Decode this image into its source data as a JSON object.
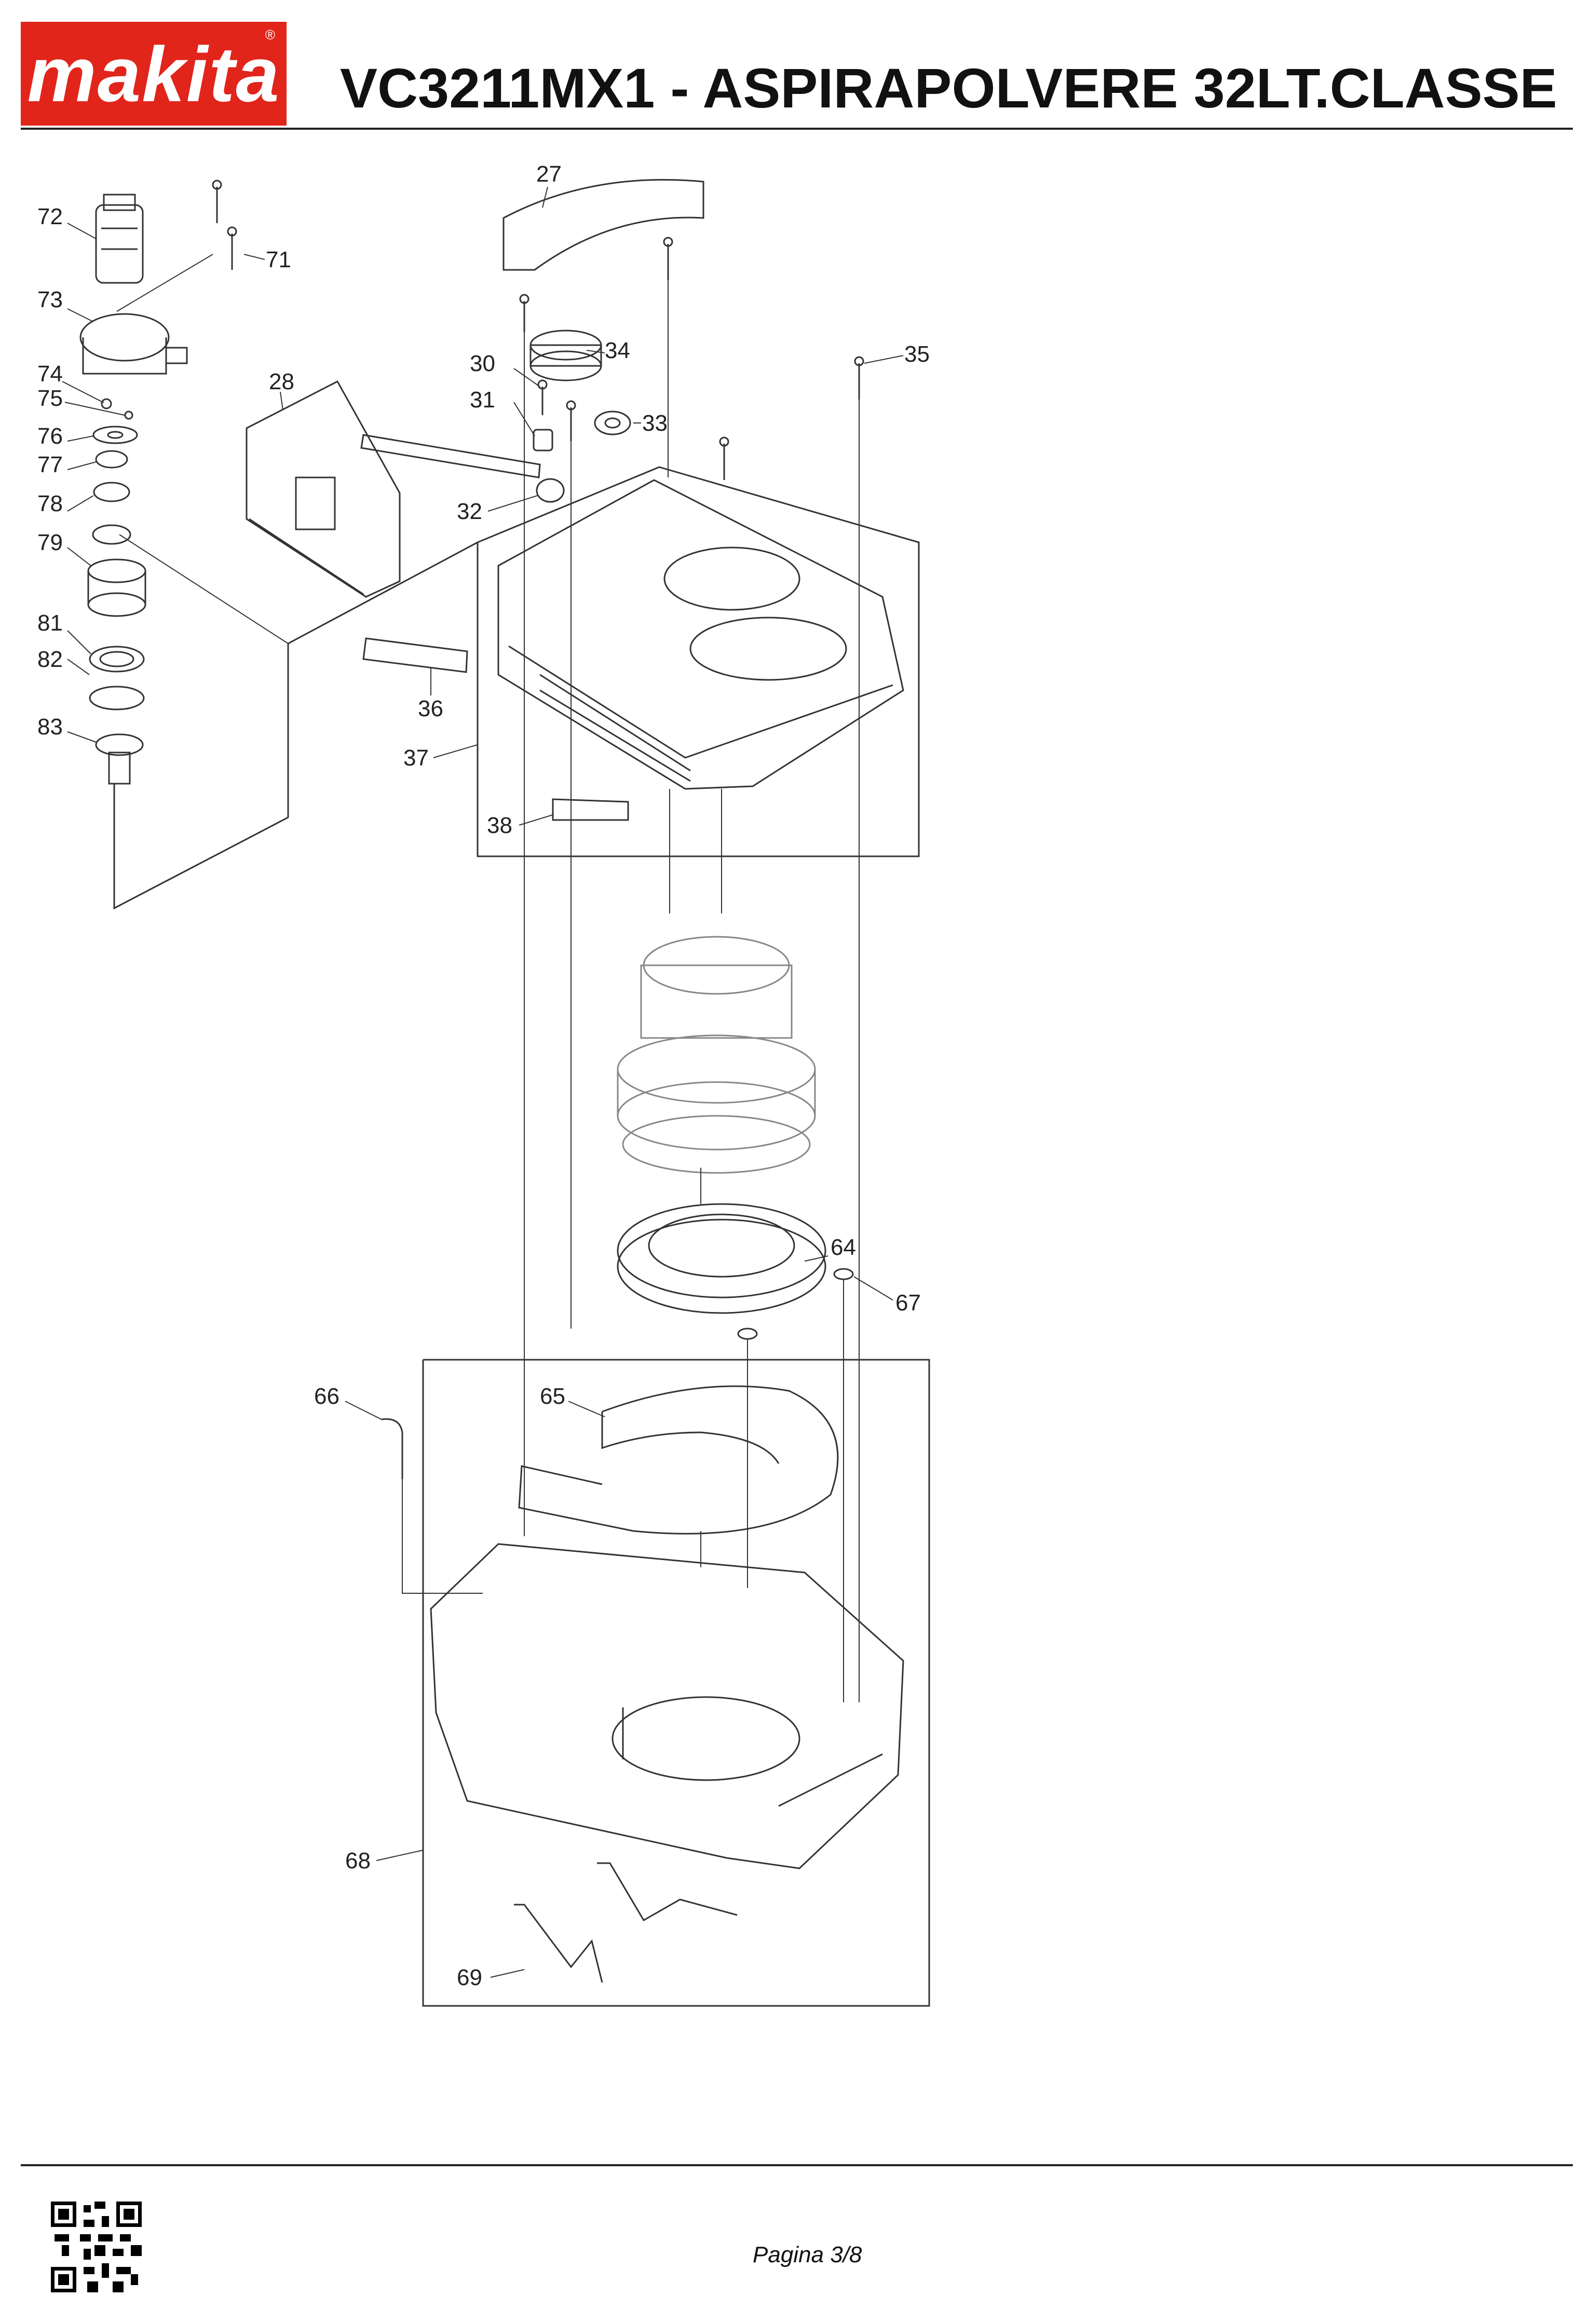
{
  "header": {
    "brand": "makita",
    "title": "VC3211MX1 - ASPIRAPOLVERE 32LT.CLASSE M"
  },
  "footer": {
    "page": "Pagina 3/8"
  },
  "parts": [
    {
      "id": "72",
      "label": "72"
    },
    {
      "id": "71",
      "label": "71"
    },
    {
      "id": "73",
      "label": "73"
    },
    {
      "id": "74",
      "label": "74"
    },
    {
      "id": "75",
      "label": "75"
    },
    {
      "id": "76",
      "label": "76"
    },
    {
      "id": "77",
      "label": "77"
    },
    {
      "id": "78",
      "label": "78"
    },
    {
      "id": "79",
      "label": "79"
    },
    {
      "id": "81",
      "label": "81"
    },
    {
      "id": "82",
      "label": "82"
    },
    {
      "id": "83",
      "label": "83"
    },
    {
      "id": "28",
      "label": "28"
    },
    {
      "id": "27",
      "label": "27"
    },
    {
      "id": "34",
      "label": "34"
    },
    {
      "id": "35",
      "label": "35"
    },
    {
      "id": "30",
      "label": "30"
    },
    {
      "id": "31",
      "label": "31"
    },
    {
      "id": "33",
      "label": "33"
    },
    {
      "id": "32",
      "label": "32"
    },
    {
      "id": "36",
      "label": "36"
    },
    {
      "id": "37",
      "label": "37"
    },
    {
      "id": "38",
      "label": "38"
    },
    {
      "id": "64",
      "label": "64"
    },
    {
      "id": "67",
      "label": "67"
    },
    {
      "id": "66",
      "label": "66"
    },
    {
      "id": "65",
      "label": "65"
    },
    {
      "id": "68",
      "label": "68"
    },
    {
      "id": "69",
      "label": "69"
    }
  ]
}
